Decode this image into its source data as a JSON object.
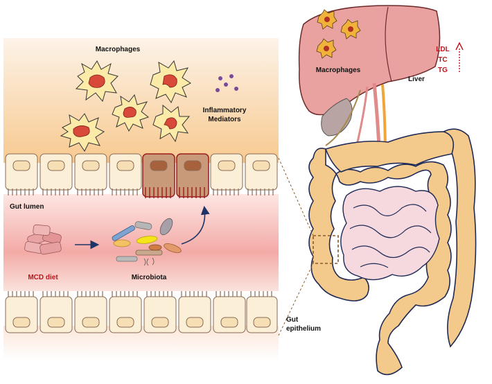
{
  "labels": {
    "macrophages_gut": "Macrophages",
    "inflammatory": "Inflammatory",
    "mediators": "Mediators",
    "gut_lumen": "Gut lumen",
    "mcd_diet": "MCD diet",
    "microbiota": "Microbiota",
    "macrophages_liver": "Macrophages",
    "liver": "Liver",
    "ldl": "LDL",
    "tc": "TC",
    "tg": "TG",
    "gut": "Gut",
    "epithelium": "epithelium"
  },
  "colors": {
    "lipid_text": "#c0121a",
    "mcd_text": "#c0121a",
    "macrophage_body": "#fbeaa8",
    "macrophage_nucleus": "#d8493a",
    "mediator_dots": "#7a4a9a",
    "liver_fill": "#e9a2a0",
    "colon_fill": "#f3c98c",
    "small_intestine_fill": "#f6d9de",
    "cell_fill": "#fbefd8",
    "activated_cell_fill": "#c99a7a"
  },
  "icons": {
    "up_arrow": "dotted-up-arrow-icon",
    "diet_block": "meat-chunk-icon",
    "bacteria": "bacteria-icon"
  }
}
